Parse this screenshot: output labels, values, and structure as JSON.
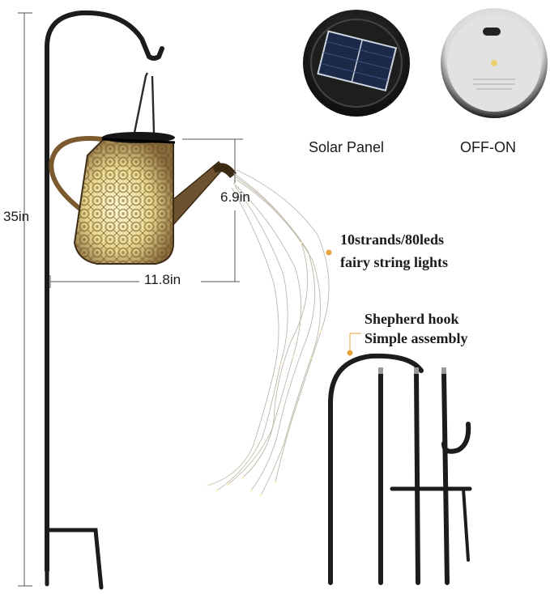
{
  "dimensions": {
    "height": "35in",
    "depth": "6.9in",
    "width": "11.8in"
  },
  "features": {
    "solar_panel": "Solar Panel",
    "switch": "OFF-ON",
    "lights_line1": "10strands/80leds",
    "lights_line2": "fairy string lights",
    "hook_line1": "Shepherd hook",
    "hook_line2": "Simple assembly"
  },
  "colors": {
    "accent_dot": "#e8a33c",
    "metal": "#1c1c1c",
    "copper": "#8a6a3a",
    "glow": "#f3e7b0"
  }
}
